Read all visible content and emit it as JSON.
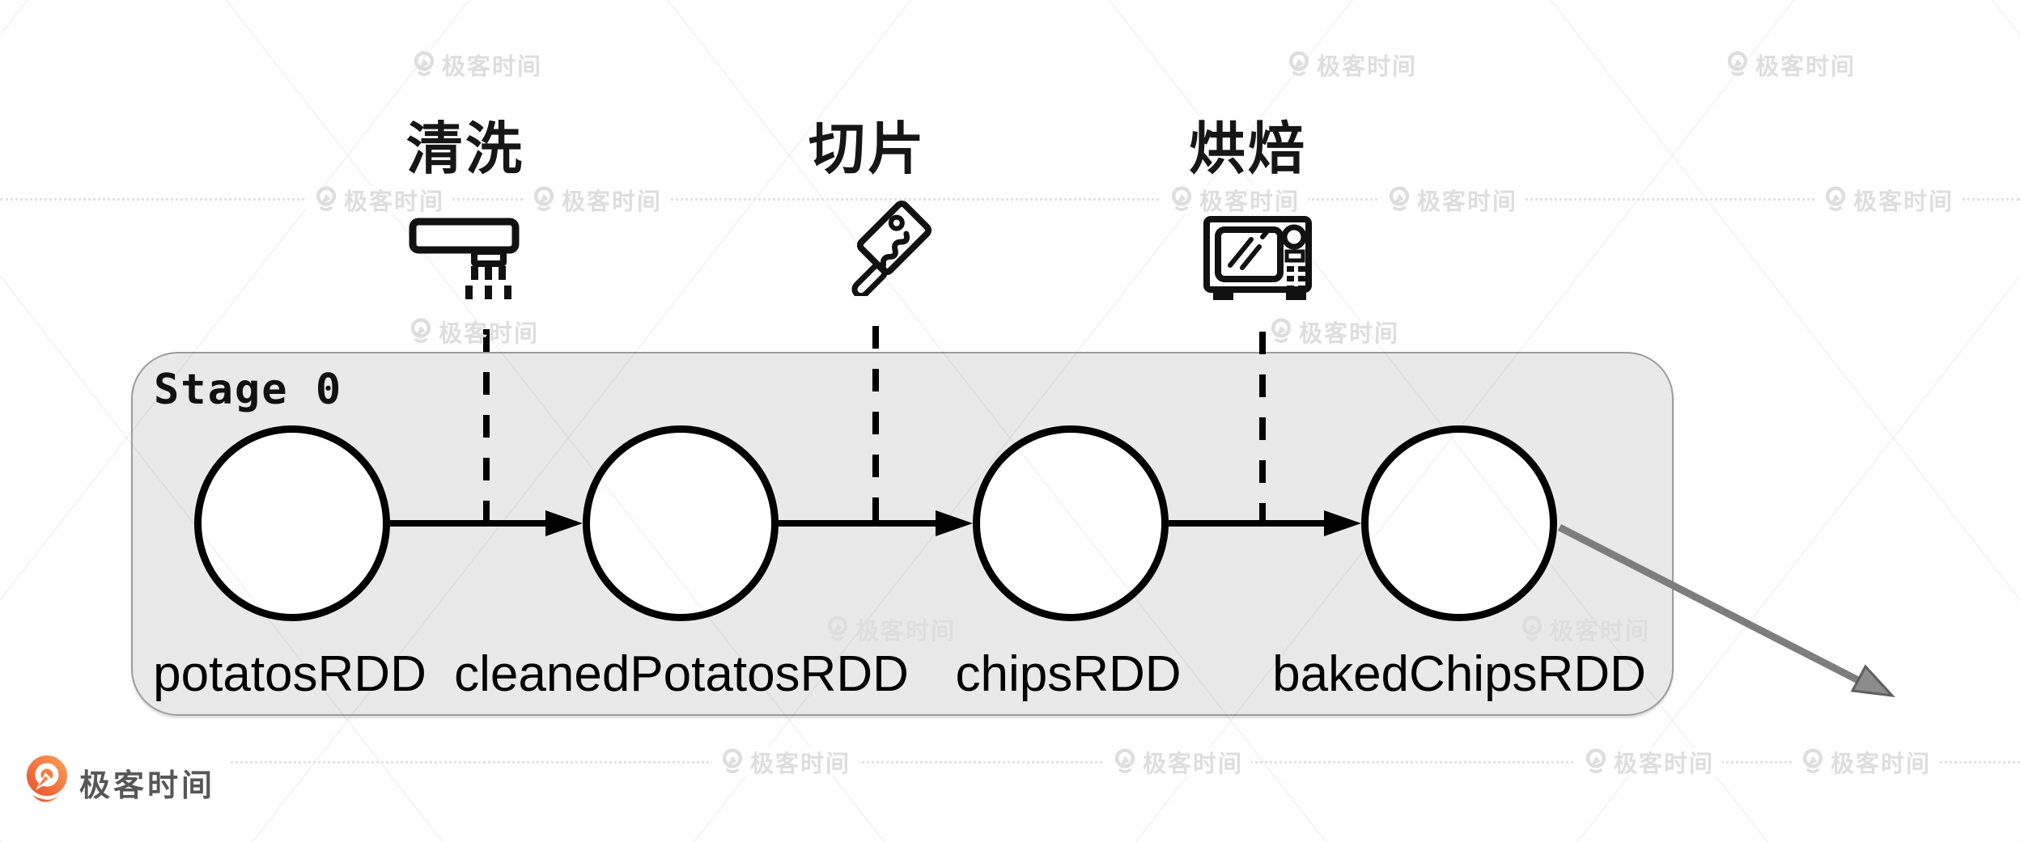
{
  "stage": {
    "label": "Stage 0"
  },
  "operations": [
    {
      "label": "清洗",
      "icon": "shower-icon"
    },
    {
      "label": "切片",
      "icon": "cleaver-icon"
    },
    {
      "label": "烘焙",
      "icon": "oven-icon"
    }
  ],
  "rdds": [
    {
      "label": "potatosRDD"
    },
    {
      "label": "cleanedPotatosRDD"
    },
    {
      "label": "chipsRDD"
    },
    {
      "label": "bakedChipsRDD"
    }
  ],
  "branding": {
    "logo_text": "极客时间",
    "watermark_text": "极客时间"
  },
  "colors": {
    "stage_box_fill": "#e9e9e9",
    "stage_box_border": "#9c9c9c",
    "diagram_ink": "#111111",
    "exit_arrow_gray": "#7d7d7d",
    "logo_orange_light": "#f9a15a",
    "logo_orange_dark": "#ea4f2b",
    "logo_text_gray": "#575757",
    "watermark_gray": "#dedede"
  }
}
